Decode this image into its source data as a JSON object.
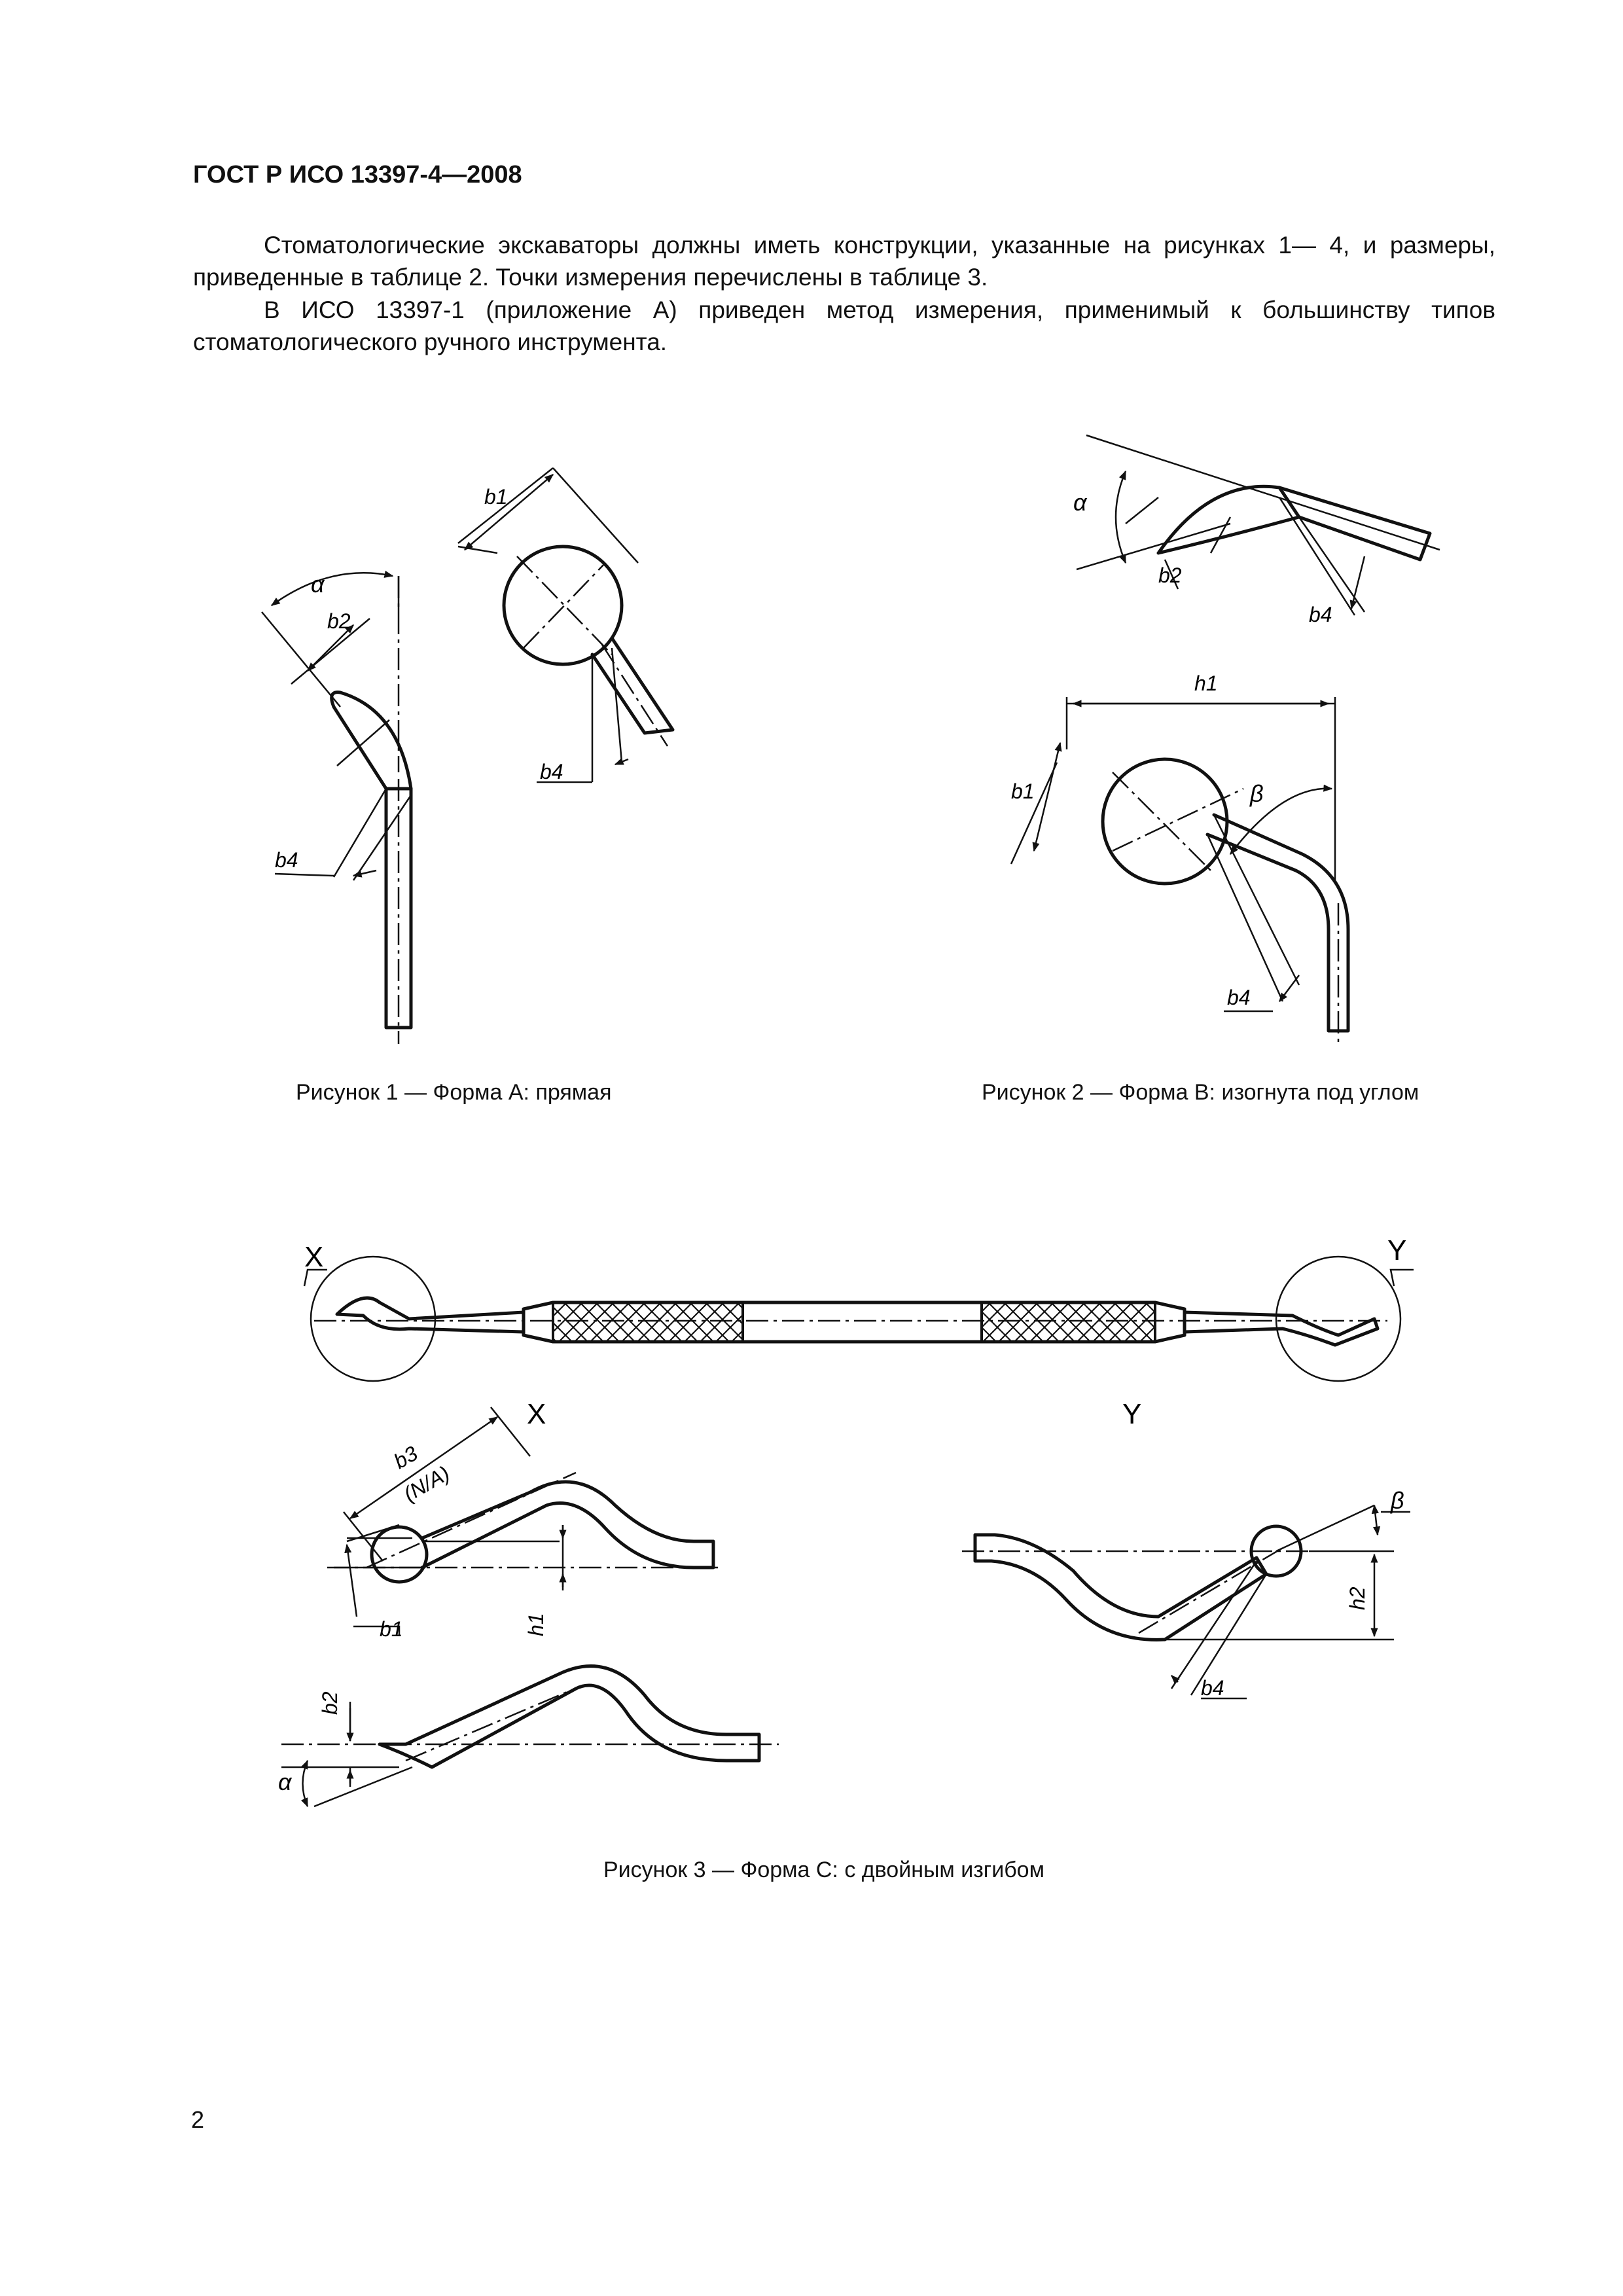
{
  "header": {
    "title": "ГОСТ Р ИСО 13397-4—2008"
  },
  "body": {
    "paragraph1": "Стоматологические экскаваторы должны иметь конструкции, указанные на рисунках 1— 4, и размеры, приведенные в таблице 2. Точки измерения перечислены в таблице 3.",
    "paragraph2": "В ИСО 13397-1 (приложение А) приведен метод измерения, применимый к большинству типов стоматологического ручного инструмента."
  },
  "figures": {
    "figure1": {
      "caption": "Рисунок 1 — Форма А: прямая",
      "labels": {
        "alpha": "α",
        "b1": "b1",
        "b2": "b2",
        "b4a": "b4",
        "b4b": "b4"
      }
    },
    "figure2": {
      "caption": "Рисунок 2 — Форма В: изогнута под углом",
      "labels": {
        "alpha": "α",
        "b2": "b2",
        "b4a": "b4",
        "h1": "h1",
        "b1": "b1",
        "beta": "β",
        "b4b": "b4"
      }
    },
    "figure3": {
      "caption": "Рисунок 3 — Форма С: с двойным изгибом",
      "labels": {
        "X": "X",
        "Y": "Y",
        "detailX": "X",
        "detailY": "Y",
        "b3": "b3",
        "na": "(N/A)",
        "b1": "b1",
        "h1": "h1",
        "beta": "β",
        "h2": "h2",
        "b4": "b4",
        "b2": "b2",
        "alpha": "α"
      }
    }
  },
  "footer": {
    "page_number": "2"
  }
}
